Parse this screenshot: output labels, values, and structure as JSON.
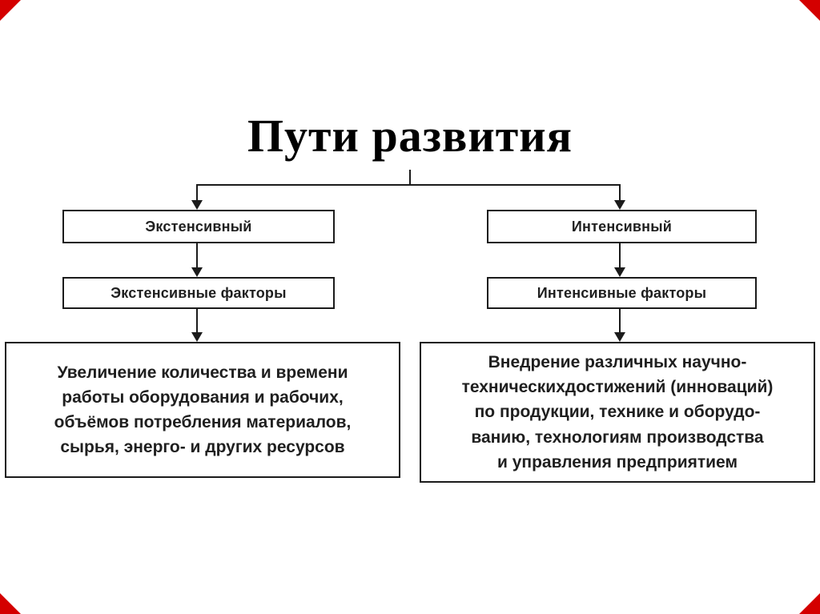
{
  "title": "Пути развития",
  "branches": [
    {
      "id": "extensive",
      "level1": "Экстенсивный",
      "level2": "Экстенсивные факторы",
      "level3": "Увеличение количества и времени\nработы оборудования и рабочих,\nобъёмов потребления материалов,\nсырья, энерго- и других ресурсов"
    },
    {
      "id": "intensive",
      "level1": "Интенсивный",
      "level2": "Интенсивные факторы",
      "level3": "Внедрение различных научно-\nтехническихдостижений (инноваций)\nпо продукции, технике и оборудо-\nванию, технологиям производства\nи управления предприятием"
    }
  ],
  "colors": {
    "corner_mark": "#d40000",
    "line_and_border": "#1b1b1b",
    "text": "#1f1f1f",
    "background": "#ffffff"
  }
}
